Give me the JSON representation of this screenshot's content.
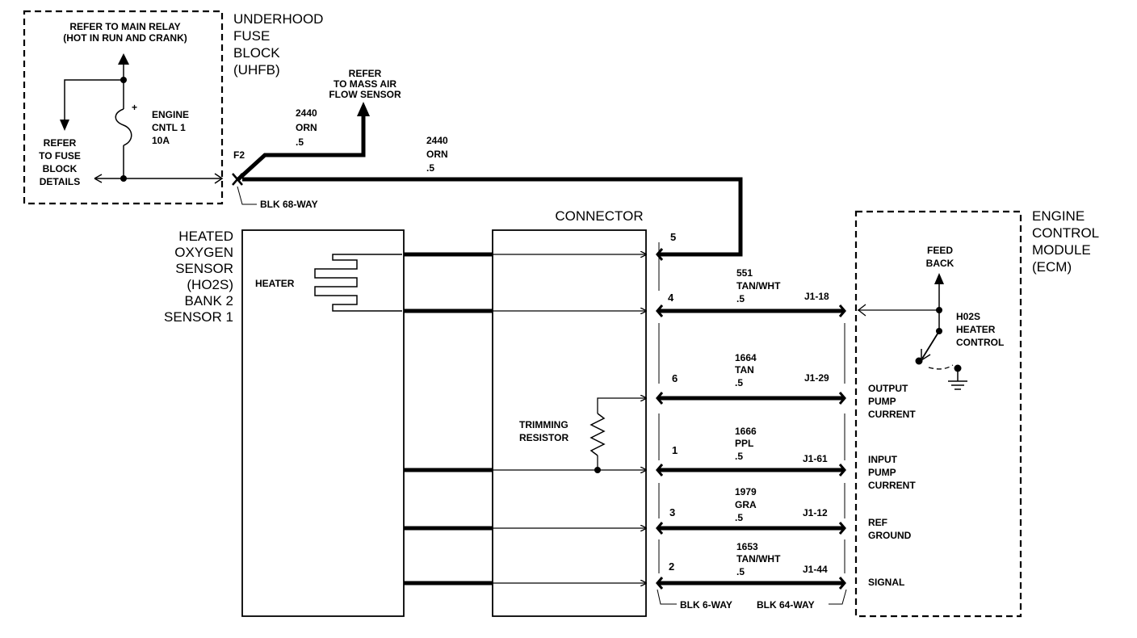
{
  "fuse_block": {
    "title": [
      "UNDERHOOD",
      "FUSE",
      "BLOCK",
      "(UHFB)"
    ],
    "main_relay_ref": [
      "REFER TO MAIN RELAY",
      "(HOT IN RUN AND CRANK)"
    ],
    "fuse_block_ref": [
      "REFER",
      "TO FUSE",
      "BLOCK",
      "DETAILS"
    ],
    "fuse_label": [
      "ENGINE",
      "CNTL 1",
      "10A"
    ],
    "fuse_plus": "+",
    "terminal": "F2",
    "connector": "BLK 68-WAY"
  },
  "maf_ref": [
    "REFER",
    "TO MASS AIR",
    "FLOW SENSOR"
  ],
  "feed_wires": [
    {
      "circuit": "2440",
      "color": "ORN",
      "gauge": ".5"
    },
    {
      "circuit": "2440",
      "color": "ORN",
      "gauge": ".5"
    }
  ],
  "sensor": {
    "title": [
      "HEATED",
      "OXYGEN",
      "SENSOR",
      "(HO2S)",
      "BANK 2",
      "SENSOR 1"
    ],
    "heater": "HEATER"
  },
  "connector": {
    "title": "CONNECTOR",
    "trimming_resistor": [
      "TRIMMING",
      "RESISTOR"
    ],
    "left_label": "BLK 6-WAY",
    "right_label": "BLK 64-WAY"
  },
  "circuits": [
    {
      "pin": "5"
    },
    {
      "pin": "4",
      "circuit": "551",
      "color": "TAN/WHT",
      "gauge": ".5",
      "ecm_pin": "J1-18"
    },
    {
      "pin": "6",
      "circuit": "1664",
      "color": "TAN",
      "gauge": ".5",
      "ecm_pin": "J1-29"
    },
    {
      "pin": "1",
      "circuit": "1666",
      "color": "PPL",
      "gauge": ".5",
      "ecm_pin": "J1-61"
    },
    {
      "pin": "3",
      "circuit": "1979",
      "color": "GRA",
      "gauge": ".5",
      "ecm_pin": "J1-12"
    },
    {
      "pin": "2",
      "circuit": "1653",
      "color": "TAN/WHT",
      "gauge": ".5",
      "ecm_pin": "J1-44"
    }
  ],
  "ecm": {
    "title": [
      "ENGINE",
      "CONTROL",
      "MODULE",
      "(ECM)"
    ],
    "feedback": [
      "FEED",
      "BACK"
    ],
    "heater_control": [
      "H02S",
      "HEATER",
      "CONTROL"
    ],
    "output_pump": [
      "OUTPUT",
      "PUMP",
      "CURRENT"
    ],
    "input_pump": [
      "INPUT",
      "PUMP",
      "CURRENT"
    ],
    "ref_ground": [
      "REF",
      "GROUND"
    ],
    "signal": "SIGNAL"
  }
}
